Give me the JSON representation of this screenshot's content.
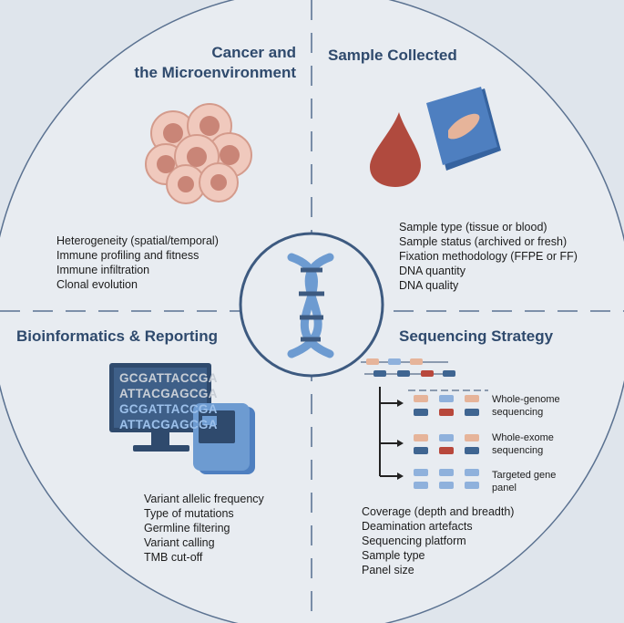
{
  "quadrants": {
    "top_left": {
      "title_line1": "Cancer and",
      "title_line2": "the Microenvironment",
      "items": [
        "Heterogeneity (spatial/temporal)",
        "Immune profiling and fitness",
        "Immune infiltration",
        "Clonal evolution"
      ]
    },
    "top_right": {
      "title": "Sample Collected",
      "items": [
        "Sample type (tissue or blood)",
        "Sample status (archived or fresh)",
        "Fixation methodology (FFPE or FF)",
        "DNA quantity",
        "DNA quality"
      ]
    },
    "bottom_left": {
      "title": "Bioinformatics & Reporting",
      "screen_lines": [
        "GCGATTACCGA",
        "ATTACGAGCGA",
        "GCGATTACCGA",
        "ATTACGAGCGA"
      ],
      "items": [
        "Variant allelic frequency",
        "Type of mutations",
        "Germline filtering",
        "Variant calling",
        "TMB cut-off"
      ]
    },
    "bottom_right": {
      "title": "Sequencing Strategy",
      "strategies": [
        {
          "line1": "Whole-genome",
          "line2": "sequencing"
        },
        {
          "line1": "Whole-exome",
          "line2": "sequencing"
        },
        {
          "line1": "Targeted gene",
          "line2": "panel"
        }
      ],
      "items": [
        "Coverage (depth and breadth)",
        "Deamination artefacts",
        "Sequencing platform",
        "Sample type",
        "Panel size"
      ]
    }
  },
  "colors": {
    "background": "#dfe5ec",
    "title": "#2f4a6d",
    "ring": "#3d5a80",
    "dna_blue": "#6d9bd1",
    "blood": "#b04a3e",
    "slide": "#4e7fc0",
    "fragment_peach": "#e6b49a",
    "fragment_red": "#b8483c",
    "fragment_dark": "#3f6591",
    "fragment_light": "#8fb1dc"
  },
  "icons": [
    "cell-cluster-icon",
    "blood-drop-icon",
    "tissue-slide-icon",
    "dna-helix-icon",
    "computer-monitor-icon",
    "sequencer-icon",
    "tree-arrow-icon"
  ]
}
